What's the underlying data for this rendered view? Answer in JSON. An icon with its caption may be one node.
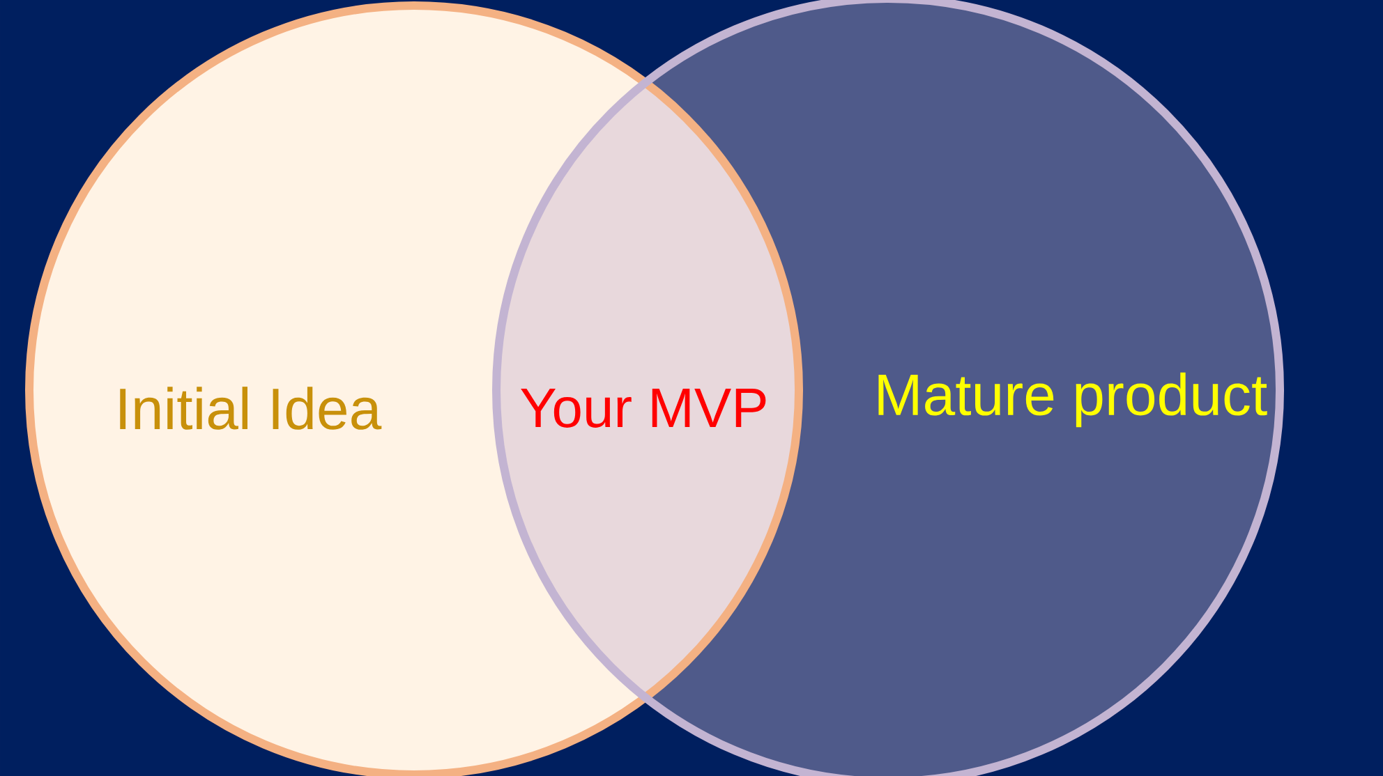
{
  "diagram": {
    "nodes": [
      {
        "text": [
          "Initial Idea"
        ]
      },
      {
        "text": [
          "Mature product"
        ]
      }
    ],
    "labels": [
      "Your MVP"
    ]
  }
}
